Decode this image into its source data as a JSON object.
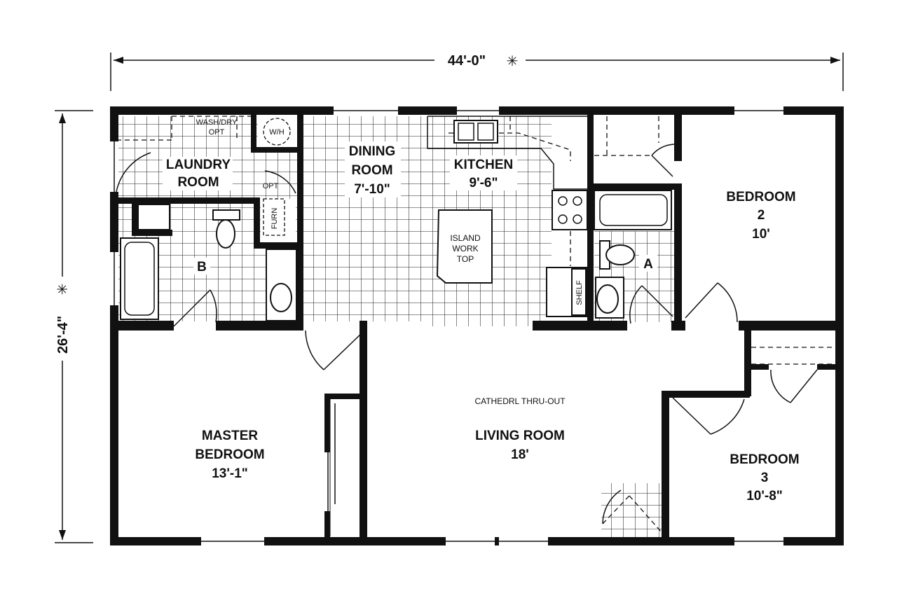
{
  "dimensions": {
    "width": "44'-0\"",
    "depth": "26'-4\"",
    "star": "✳"
  },
  "rooms": {
    "laundry": {
      "line1": "LAUNDRY",
      "line2": "ROOM"
    },
    "wash_dry": {
      "line1": "WASH/DRY",
      "line2": "OPT"
    },
    "water_heater": "W/H",
    "furnace": "FURN",
    "furnace_opt": "OPT",
    "dining": {
      "line1": "DINING",
      "line2": "ROOM",
      "size": "7'-10\""
    },
    "kitchen": {
      "line1": "KITCHEN",
      "size": "9'-6\""
    },
    "island": {
      "line1": "ISLAND",
      "line2": "WORK",
      "line3": "TOP"
    },
    "shelf": "SHELF",
    "bath_a": "A",
    "bath_b": "B",
    "bedroom2": {
      "line1": "BEDROOM",
      "line2": "2",
      "size": "10'"
    },
    "bedroom3": {
      "line1": "BEDROOM",
      "line2": "3",
      "size": "10'-8\""
    },
    "master": {
      "line1": "MASTER",
      "line2": "BEDROOM",
      "size": "13'-1\""
    },
    "living": {
      "note": "CATHEDRL THRU-OUT",
      "line1": "LIVING ROOM",
      "size": "18'"
    }
  }
}
